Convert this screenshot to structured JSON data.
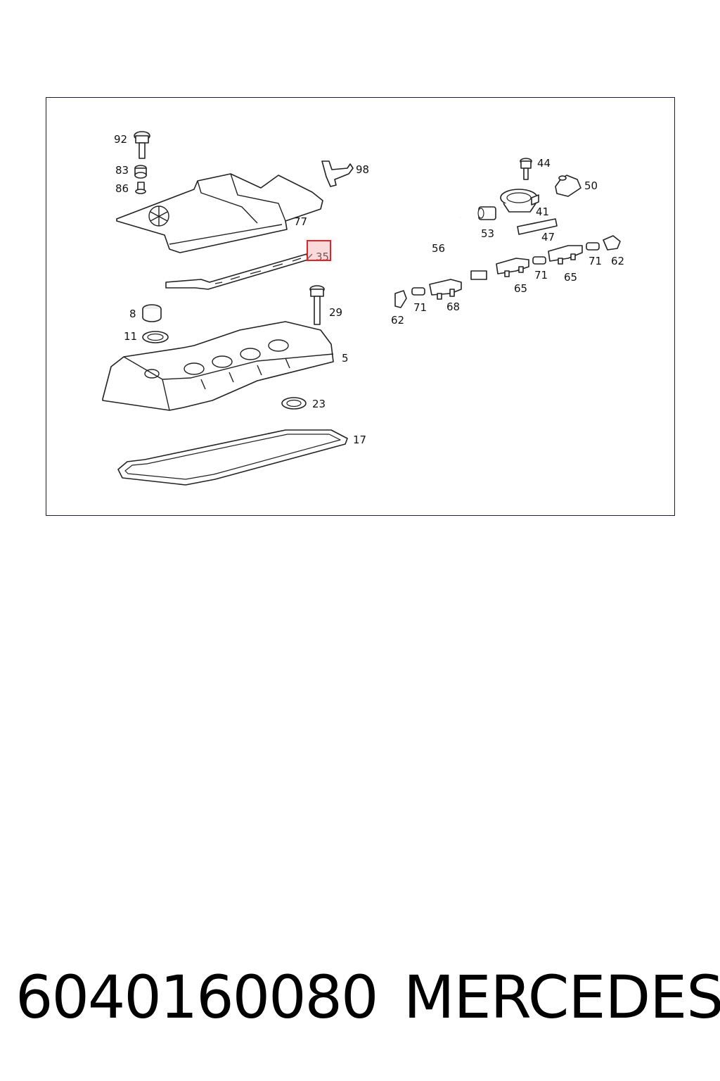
{
  "diagram": {
    "callouts": {
      "c92": "92",
      "c83": "83",
      "c86": "86",
      "c77": "77",
      "c98": "98",
      "c35": "35",
      "c8": "8",
      "c11": "11",
      "c29": "29",
      "c5": "5",
      "c23": "23",
      "c17": "17",
      "c44": "44",
      "c50": "50",
      "c41": "41",
      "c53": "53",
      "c47": "47",
      "c56": "56",
      "c71a": "71",
      "c62a": "62",
      "c71b": "71",
      "c65a": "65",
      "c65b": "65",
      "c71c": "71",
      "c68": "68",
      "c62b": "62"
    },
    "highlight_color": "#e0242c"
  },
  "caption": {
    "part_number": "6040160080",
    "brand": "MERCEDES"
  }
}
